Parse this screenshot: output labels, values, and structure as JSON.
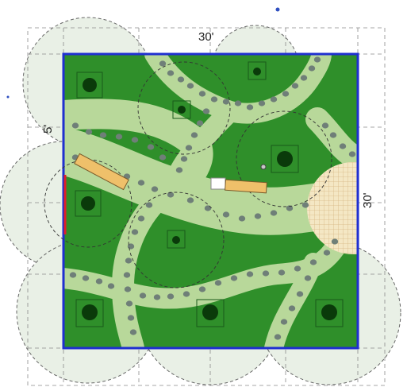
{
  "plan": {
    "dimensions": {
      "top": "30'",
      "right": "30'",
      "left_inset": "5'"
    },
    "colors": {
      "lawn": "#2f8f2a",
      "path": "#b8d89a",
      "stones": "#6f7f78",
      "tree_canopy": "#0a3a0a",
      "boundary": "#1f2fd0",
      "bench": "#efc06a",
      "edge_accent": "#e0202a",
      "grid": "#8a8a8a",
      "coverage_circle": "#e9f0e6",
      "plaza_mesh": "#f4e7c4"
    }
  }
}
